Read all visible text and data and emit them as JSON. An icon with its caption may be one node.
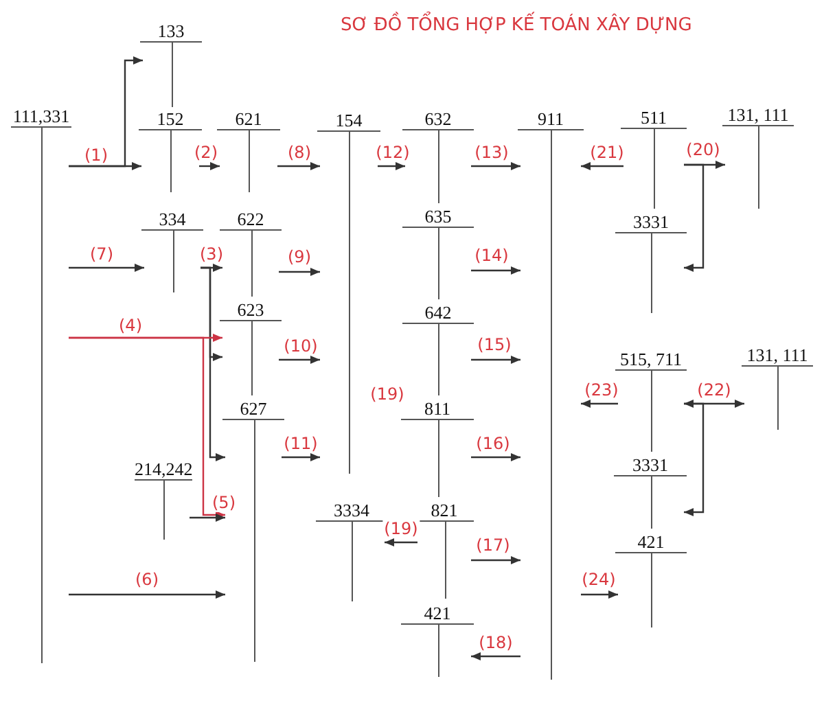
{
  "diagram": {
    "title": "SƠ ĐỒ TỔNG HỢP KẾ TOÁN XÂY DỰNG",
    "nodes": [
      {
        "text": [
          "111,331"
        ]
      },
      {
        "text": [
          "133"
        ]
      },
      {
        "text": [
          "152"
        ]
      },
      {
        "text": [
          "621"
        ]
      },
      {
        "text": [
          "154"
        ]
      },
      {
        "text": [
          "632"
        ]
      },
      {
        "text": [
          "911"
        ]
      },
      {
        "text": [
          "511"
        ]
      },
      {
        "text": [
          "131, 111"
        ]
      },
      {
        "text": [
          "334"
        ]
      },
      {
        "text": [
          "622"
        ]
      },
      {
        "text": [
          "635"
        ]
      },
      {
        "text": [
          "3331"
        ]
      },
      {
        "text": [
          "623"
        ]
      },
      {
        "text": [
          "642"
        ]
      },
      {
        "text": [
          "515, 711"
        ]
      },
      {
        "text": [
          "131, 111"
        ]
      },
      {
        "text": [
          "627"
        ]
      },
      {
        "text": [
          "811"
        ]
      },
      {
        "text": [
          "214,242"
        ]
      },
      {
        "text": [
          "3331"
        ]
      },
      {
        "text": [
          "3334"
        ]
      },
      {
        "text": [
          "821"
        ]
      },
      {
        "text": [
          "421"
        ]
      },
      {
        "text": [
          "421"
        ]
      }
    ],
    "edges": [
      {
        "from": 0,
        "to": 2,
        "arrow": "to",
        "label": "(1)"
      },
      {
        "from": 0,
        "to": 1,
        "arrow": "to"
      },
      {
        "from": 2,
        "to": 3,
        "arrow": "to",
        "label": "(2)"
      },
      {
        "from": 3,
        "to": 4,
        "arrow": "to",
        "label": "(8)"
      },
      {
        "from": 4,
        "to": 5,
        "arrow": "to",
        "label": "(12)"
      },
      {
        "from": 5,
        "to": 6,
        "arrow": "to",
        "label": "(13)"
      },
      {
        "from": 7,
        "to": 6,
        "arrow": "to",
        "label": "(21)"
      },
      {
        "from": 7,
        "to": 8,
        "arrow": "to",
        "label": "(20)"
      },
      {
        "from": 7,
        "to": 12,
        "arrow": "to"
      },
      {
        "from": 0,
        "to": 9,
        "arrow": "to",
        "label": "(7)"
      },
      {
        "from": 9,
        "to": 10,
        "arrow": "to",
        "label": "(3)"
      },
      {
        "from": 9,
        "to": 13,
        "arrow": "to"
      },
      {
        "from": 9,
        "to": 17,
        "arrow": "to"
      },
      {
        "from": 10,
        "to": 4,
        "arrow": "to",
        "label": "(9)"
      },
      {
        "from": 11,
        "to": 6,
        "arrow": "to",
        "label": "(14)"
      },
      {
        "from": 0,
        "to": 13,
        "arrow": "to",
        "label": "(4)",
        "color": "#cc3344"
      },
      {
        "from": 0,
        "to": 17,
        "arrow": "to",
        "color": "#cc3344"
      },
      {
        "from": 13,
        "to": 4,
        "arrow": "to",
        "label": "(10)"
      },
      {
        "from": 14,
        "to": 6,
        "arrow": "to",
        "label": "(15)"
      },
      {
        "from": 15,
        "to": 6,
        "arrow": "to",
        "label": "(23)"
      },
      {
        "from": 15,
        "to": 16,
        "arrow": "both",
        "label": "(22)"
      },
      {
        "from": 15,
        "to": 20,
        "arrow": "to"
      },
      {
        "from": 17,
        "to": 4,
        "arrow": "to",
        "label": "(11)"
      },
      {
        "from": 18,
        "to": 6,
        "arrow": "to",
        "label": "(16)"
      },
      {
        "from": 19,
        "to": 17,
        "arrow": "to",
        "label": "(5)"
      },
      {
        "from": 22,
        "to": 21,
        "arrow": "to",
        "label": "(19)"
      },
      {
        "from": 22,
        "to": 6,
        "arrow": "to",
        "label": "(17)"
      },
      {
        "from": 6,
        "to": 23,
        "arrow": "to",
        "label": "(24)"
      },
      {
        "from": 0,
        "to": 17,
        "arrow": "to",
        "label": "(6)"
      },
      {
        "from": 6,
        "to": 24,
        "arrow": "to",
        "label": "(18)"
      }
    ],
    "labels": [
      "(19)"
    ]
  }
}
